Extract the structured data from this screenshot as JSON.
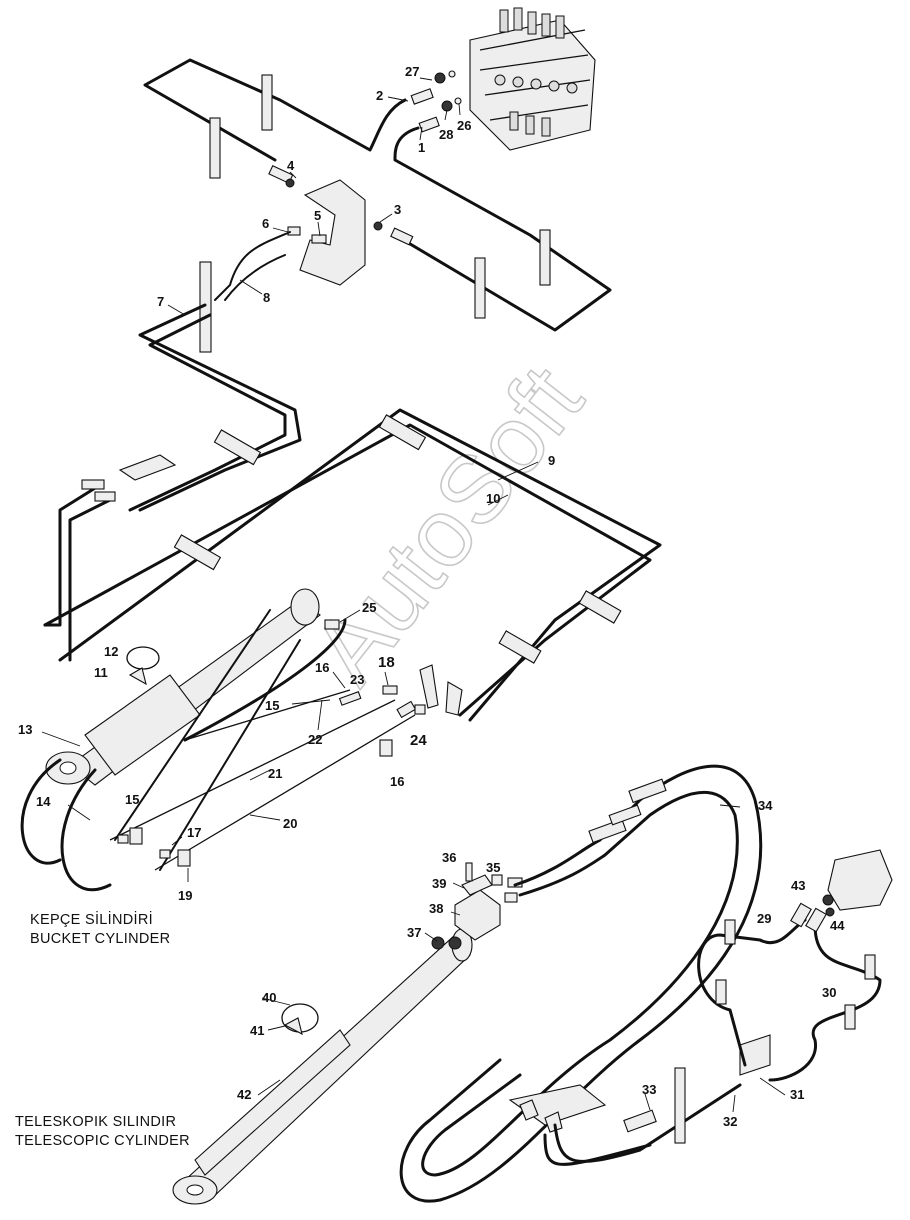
{
  "watermark": "AutoSoft",
  "captions": {
    "bucket_line1": "KEPÇE SİLİNDİRİ",
    "bucket_line2": "BUCKET CYLINDER",
    "tele_line1": "TELESKOPIK SILINDIR",
    "tele_line2": "TELESCOPIC CYLINDER"
  },
  "callouts": [
    {
      "id": "27",
      "label": "27"
    },
    {
      "id": "2",
      "label": "2"
    },
    {
      "id": "28",
      "label": "28"
    },
    {
      "id": "26",
      "label": "26"
    },
    {
      "id": "1",
      "label": "1"
    },
    {
      "id": "4",
      "label": "4"
    },
    {
      "id": "5",
      "label": "5"
    },
    {
      "id": "3",
      "label": "3"
    },
    {
      "id": "6",
      "label": "6"
    },
    {
      "id": "8",
      "label": "8"
    },
    {
      "id": "7",
      "label": "7"
    },
    {
      "id": "9",
      "label": "9"
    },
    {
      "id": "10",
      "label": "10"
    },
    {
      "id": "25",
      "label": "25"
    },
    {
      "id": "12",
      "label": "12"
    },
    {
      "id": "11",
      "label": "11"
    },
    {
      "id": "18",
      "label": "18"
    },
    {
      "id": "16a",
      "label": "16"
    },
    {
      "id": "23",
      "label": "23"
    },
    {
      "id": "15a",
      "label": "15"
    },
    {
      "id": "22",
      "label": "22"
    },
    {
      "id": "24",
      "label": "24"
    },
    {
      "id": "13",
      "label": "13"
    },
    {
      "id": "21",
      "label": "21"
    },
    {
      "id": "16b",
      "label": "16"
    },
    {
      "id": "14",
      "label": "14"
    },
    {
      "id": "15b",
      "label": "15"
    },
    {
      "id": "34",
      "label": "34"
    },
    {
      "id": "17",
      "label": "17"
    },
    {
      "id": "20",
      "label": "20"
    },
    {
      "id": "36",
      "label": "36"
    },
    {
      "id": "35",
      "label": "35"
    },
    {
      "id": "19",
      "label": "19"
    },
    {
      "id": "39",
      "label": "39"
    },
    {
      "id": "43",
      "label": "43"
    },
    {
      "id": "38",
      "label": "38"
    },
    {
      "id": "44",
      "label": "44"
    },
    {
      "id": "29",
      "label": "29"
    },
    {
      "id": "37",
      "label": "37"
    },
    {
      "id": "30",
      "label": "30"
    },
    {
      "id": "40",
      "label": "40"
    },
    {
      "id": "41",
      "label": "41"
    },
    {
      "id": "42",
      "label": "42"
    },
    {
      "id": "33",
      "label": "33"
    },
    {
      "id": "31",
      "label": "31"
    },
    {
      "id": "32",
      "label": "32"
    }
  ]
}
